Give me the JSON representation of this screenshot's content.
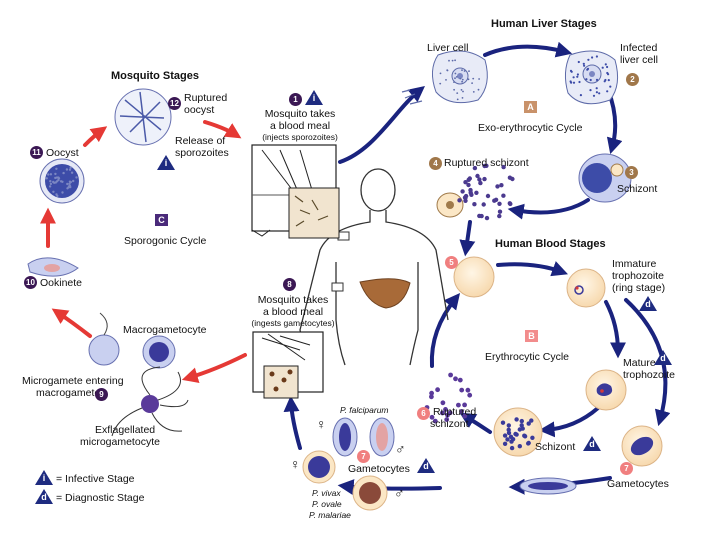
{
  "titles": {
    "liver": "Human Liver Stages",
    "mosquito": "Mosquito Stages",
    "blood": "Human Blood Stages"
  },
  "cycles": {
    "exo": {
      "letter": "A",
      "label": "Exo-erythrocytic Cycle",
      "color": "#c9926a"
    },
    "sporogonic": {
      "letter": "C",
      "label": "Sporogonic Cycle",
      "color": "#4a2a7a"
    },
    "erythrocytic": {
      "letter": "B",
      "label": "Erythrocytic Cycle",
      "color": "#f28c8c"
    }
  },
  "stages": {
    "s1": {
      "num": "1",
      "line1": "Mosquito takes",
      "line2": "a blood meal",
      "note": "(injects sporozoites)"
    },
    "s2": {
      "num": "2",
      "line1": "Infected",
      "line2": "liver cell"
    },
    "liver_cell": "Liver cell",
    "s3": {
      "num": "3",
      "label": "Schizont"
    },
    "s4": {
      "num": "4",
      "label": "Ruptured schizont"
    },
    "s5": {
      "num": "5"
    },
    "ring": {
      "line1": "Immature",
      "line2": "trophozoite",
      "line3": "(ring stage)"
    },
    "mature": {
      "line1": "Mature",
      "line2": "trophozoite"
    },
    "schizont_b": {
      "label": "Schizont"
    },
    "s6": {
      "num": "6",
      "line1": "Ruptured",
      "line2": "schizont"
    },
    "s7": {
      "num": "7",
      "label": "Gametocytes"
    },
    "s7b": {
      "num": "7",
      "label": "Gametocytes"
    },
    "s8": {
      "num": "8",
      "line1": "Mosquito takes",
      "line2": "a blood meal",
      "note": "(ingests gametocytes)"
    },
    "macro": "Macrogametocyte",
    "s9": {
      "num": "9",
      "line1": "Microgamete entering",
      "line2": "macrogamete"
    },
    "exfl": {
      "line1": "Exflagellated",
      "line2": "microgametocyte"
    },
    "s10": {
      "num": "10",
      "label": "Ookinete"
    },
    "s11": {
      "num": "11",
      "label": "Oocyst"
    },
    "s12": {
      "num": "12",
      "line1": "Ruptured",
      "line2": "oocyst"
    },
    "release": {
      "line1": "Release of",
      "line2": "sporozoites"
    }
  },
  "species": {
    "falciparum": "P. falciparum",
    "vivax": "P. vivax",
    "ovale": "P. ovale",
    "malariae": "P. malariae"
  },
  "legend": {
    "infective_symbol": "i",
    "infective": "= Infective Stage",
    "diagnostic_symbol": "d",
    "diagnostic": "= Diagnostic Stage"
  },
  "symbols": {
    "female": "♀",
    "male": "♂"
  },
  "colors": {
    "human_arrow": "#1a237e",
    "mosquito_arrow": "#e53935",
    "badge_mosquito": "#3b1854",
    "badge_liver": "#a0774a",
    "badge_blood": "#f07f7f",
    "diagnostic_triangle": "#1e2b80",
    "rbc": "#fbe7c6",
    "parasite": "#3a3a9a",
    "liver_organ": "#a86a38"
  }
}
